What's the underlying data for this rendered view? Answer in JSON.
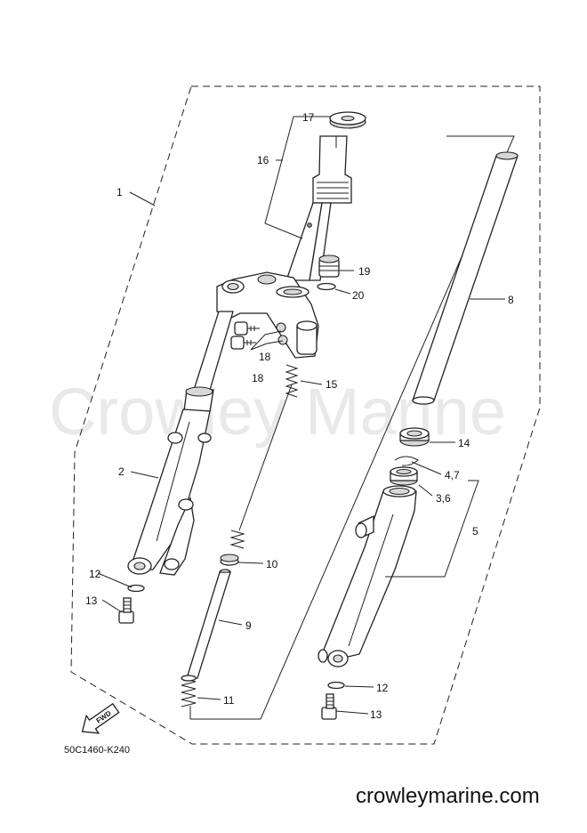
{
  "watermark": "Crowley Marine",
  "diagram_code": "50C1460-K240",
  "footer_site": "crowleymarine.com",
  "fwd_label": "FWD",
  "callouts": {
    "c1": "1",
    "c2": "2",
    "c3_6": "3,6",
    "c4_7": "4,7",
    "c5": "5",
    "c8": "8",
    "c9": "9",
    "c10": "10",
    "c11": "11",
    "c12_left": "12",
    "c12_right": "12",
    "c13_left": "13",
    "c13_right": "13",
    "c14": "14",
    "c15": "15",
    "c16": "16",
    "c17": "17",
    "c18_a": "18",
    "c18_b": "18",
    "c19": "19",
    "c20": "20"
  }
}
